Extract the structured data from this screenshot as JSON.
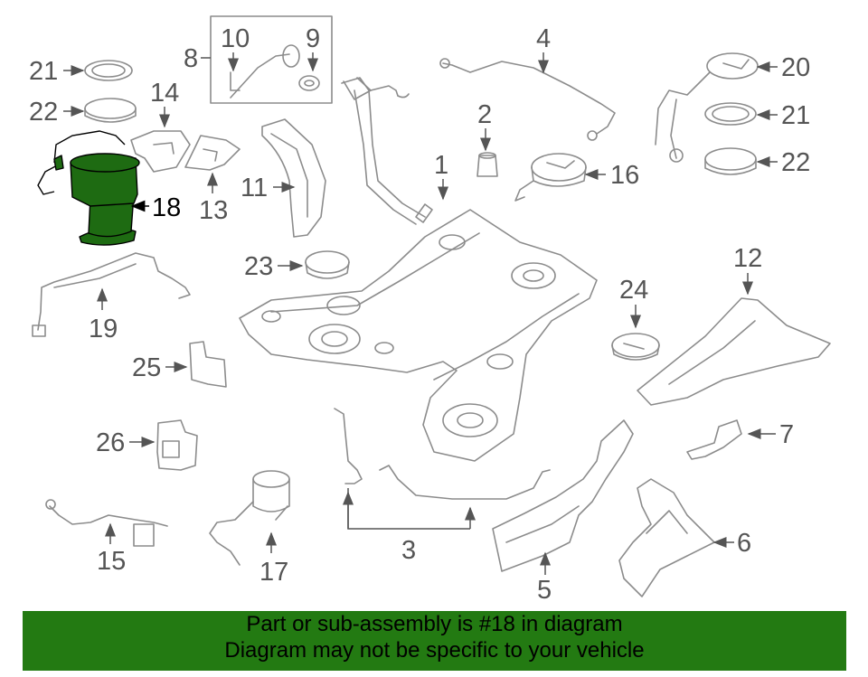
{
  "diagram": {
    "highlight_color": "#1e6b12",
    "line_color": "#8c8c8c",
    "callouts": {
      "c1": "1",
      "c2": "2",
      "c3": "3",
      "c4": "4",
      "c5": "5",
      "c6": "6",
      "c7": "7",
      "c8": "8",
      "c9": "9",
      "c10": "10",
      "c11": "11",
      "c12": "12",
      "c13": "13",
      "c14": "14",
      "c15": "15",
      "c16": "16",
      "c17": "17",
      "c18": "18",
      "c19": "19",
      "c20": "20",
      "c21a": "21",
      "c21b": "21",
      "c22a": "22",
      "c22b": "22",
      "c23": "23",
      "c24": "24",
      "c25": "25",
      "c26": "26"
    }
  },
  "banner": {
    "color": "#237a12",
    "line1": "Part or sub-assembly is #18 in diagram",
    "line2": "Diagram may not be specific to your vehicle"
  }
}
